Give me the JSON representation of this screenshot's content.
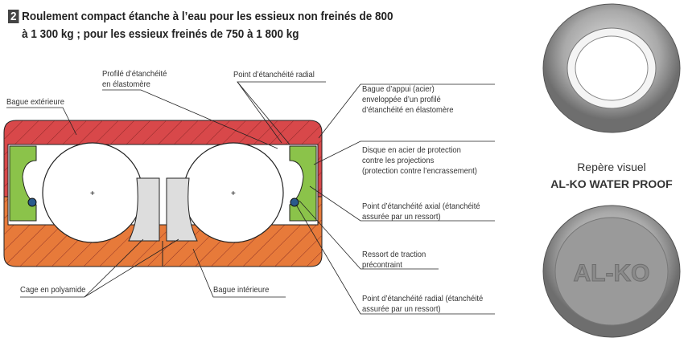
{
  "heading": {
    "number": "2",
    "line1": "Roulement compact étanche à l’eau pour les essieux non freinés de 800",
    "line2": "à 1 300 kg ; pour les essieux freinés de 750 à 1 800 kg"
  },
  "labels": {
    "outer_ring": "Bague extérieure",
    "profile_l1": "Profilé d’étanchéité",
    "profile_l2": "en élastomère",
    "radial_point": "Point d’étanchéité radial",
    "support_l1": "Bague d’appui (acier)",
    "support_l2": "enveloppée d’un profilé",
    "support_l3": "d’étanchéité en élastomère",
    "disc_l1": "Disque en acier de protection",
    "disc_l2": "contre les projections",
    "disc_l3": "(protection contre l’encrassement)",
    "axial_l1": "Point d’étanchéité axial (étanchéité",
    "axial_l2": "assurée par un ressort)",
    "spring_l1": "Ressort de traction",
    "spring_l2": "précontraint",
    "radial2_l1": "Point d’étanchéité radial (étanchéité",
    "radial2_l2": "assurée par un ressort)",
    "cage": "Cage en polyamide",
    "inner_ring": "Bague intérieure"
  },
  "right": {
    "caption1": "Repère visuel",
    "caption2": "AL-KO WATER PROOF",
    "logo": "AL-KO"
  },
  "colors": {
    "outer": "#d8484a",
    "inner": "#e77a3a",
    "seal": "#8bc34a"
  }
}
